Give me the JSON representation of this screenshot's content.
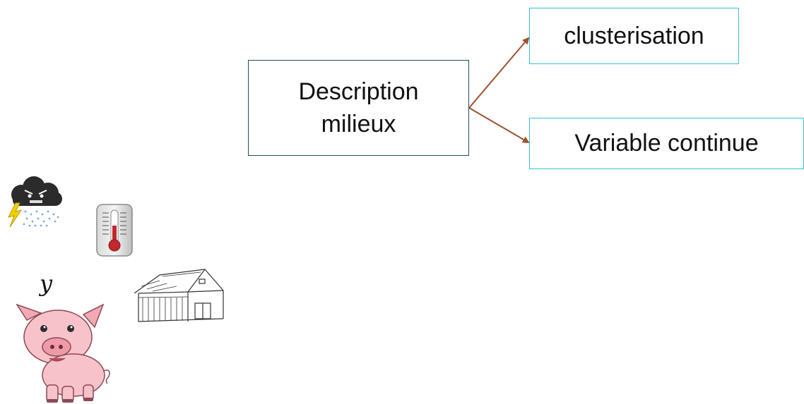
{
  "diagram": {
    "center_node": {
      "line1": "Description",
      "line2": "milieux"
    },
    "outputs": [
      {
        "label": "clusterisation"
      },
      {
        "label": "Variable continue"
      }
    ],
    "arrow_color": "#a0522d",
    "node_border_color": "#1f4e5f",
    "output_border_color": "#2ec4d0"
  },
  "illustrations": {
    "variable_symbol": "y",
    "icons": [
      "storm-cloud-icon",
      "thermometer-icon",
      "barn-icon",
      "pig-icon"
    ]
  }
}
